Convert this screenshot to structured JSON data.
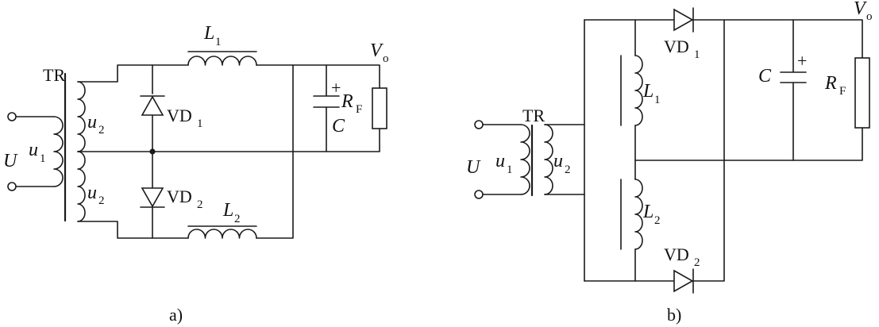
{
  "diagram_a": {
    "caption": "a)",
    "transformer": "TR",
    "input": "U",
    "primary": {
      "sym": "u",
      "sub": "1"
    },
    "secondary_top": {
      "sym": "u",
      "sub": "2"
    },
    "secondary_bottom": {
      "sym": "u",
      "sub": "2"
    },
    "diode1": {
      "sym": "VD",
      "sub": "1"
    },
    "diode2": {
      "sym": "VD",
      "sub": "2"
    },
    "inductor1": {
      "sym": "L",
      "sub": "1"
    },
    "inductor2": {
      "sym": "L",
      "sub": "2"
    },
    "output": {
      "sym": "V",
      "sub": "o"
    },
    "capacitor": "C",
    "cap_polarity": "+",
    "load": {
      "sym": "R",
      "sub": "F"
    }
  },
  "diagram_b": {
    "caption": "b)",
    "transformer": "TR",
    "input": "U",
    "primary": {
      "sym": "u",
      "sub": "1"
    },
    "secondary": {
      "sym": "u",
      "sub": "2"
    },
    "diode1": {
      "sym": "VD",
      "sub": "1"
    },
    "diode2": {
      "sym": "VD",
      "sub": "2"
    },
    "inductor1": {
      "sym": "L",
      "sub": "1"
    },
    "inductor2": {
      "sym": "L",
      "sub": "2"
    },
    "output": {
      "sym": "V",
      "sub": "o"
    },
    "capacitor": "C",
    "cap_polarity": "+",
    "load": {
      "sym": "R",
      "sub": "F"
    }
  }
}
